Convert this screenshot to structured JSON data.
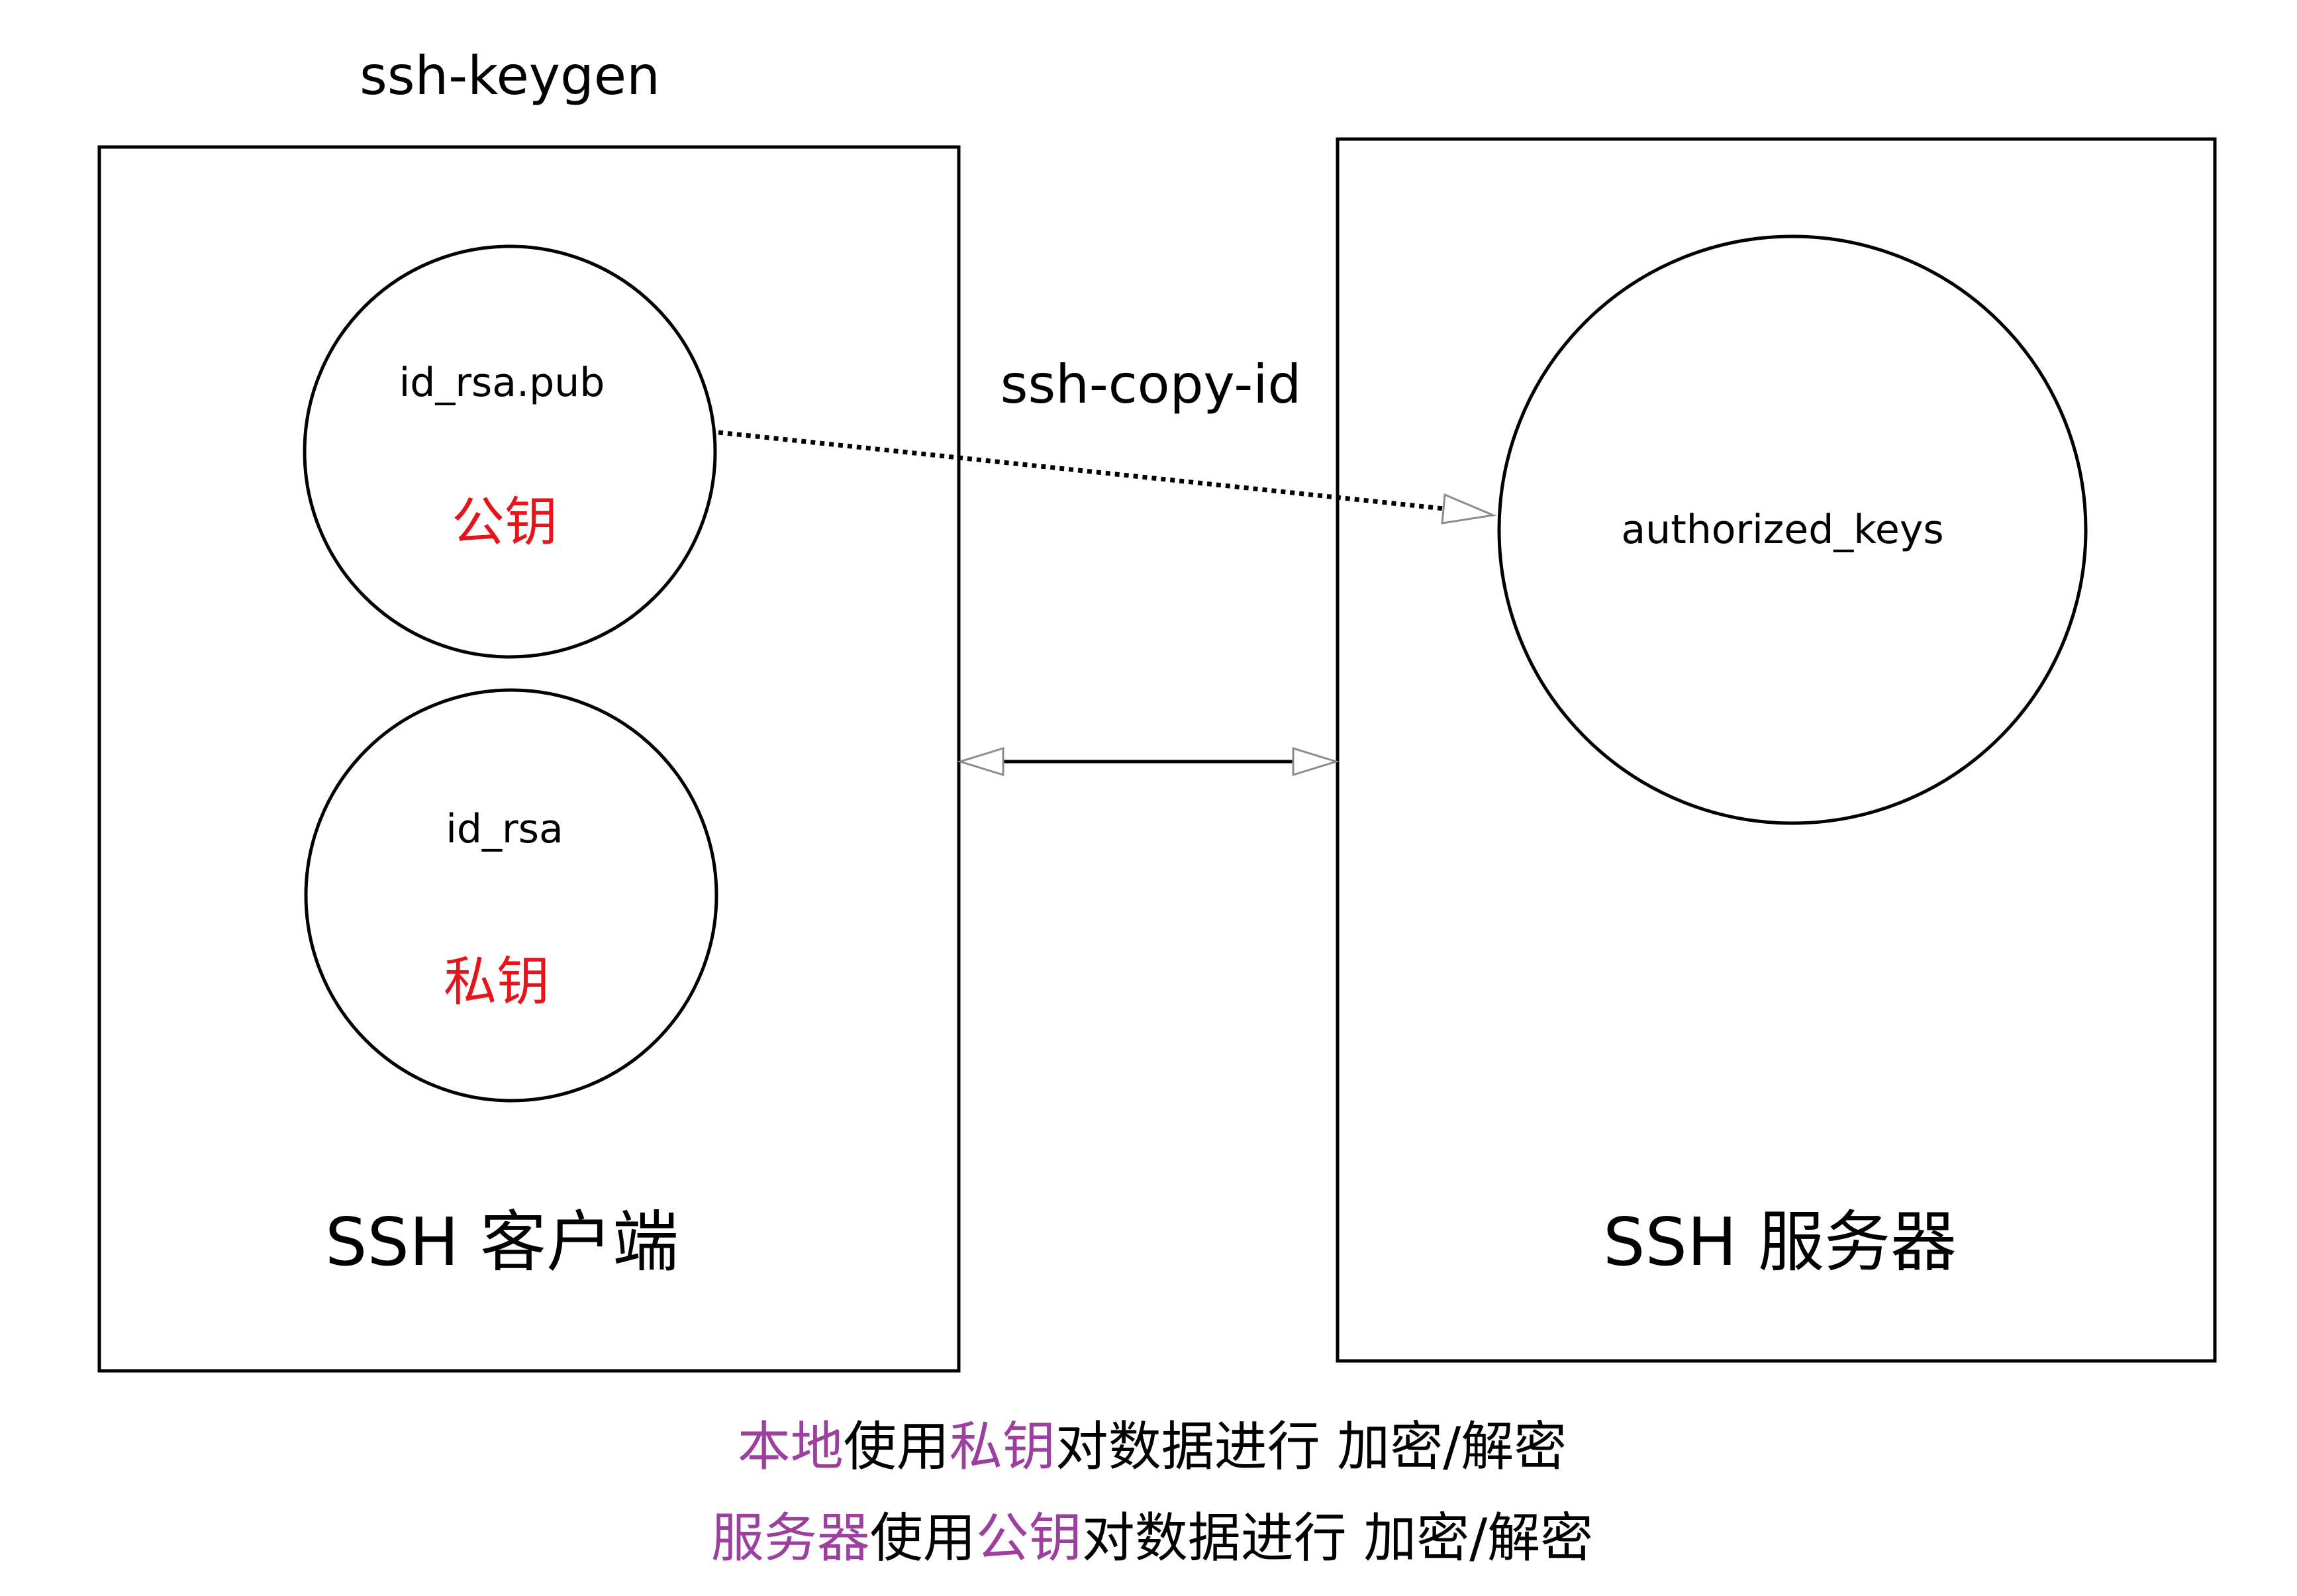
{
  "diagram": {
    "title": "ssh-keygen",
    "client": {
      "label": "SSH 客户端",
      "public_key": {
        "file": "id_rsa.pub",
        "label": "公钥"
      },
      "private_key": {
        "file": "id_rsa",
        "label": "私钥"
      }
    },
    "server": {
      "label": "SSH 服务器",
      "authorized_keys": {
        "file": "authorized_keys"
      }
    },
    "copy_edge": {
      "label": "ssh-copy-id",
      "from": "id_rsa.pub",
      "to": "authorized_keys",
      "style": "dotted"
    },
    "connection_edge": {
      "from": "SSH 客户端",
      "to": "SSH 服务器",
      "style": "bidirectional"
    },
    "notes": [
      {
        "subject": "本地",
        "verb": "使用",
        "key": "私钥",
        "action": "对数据进行 加密/解密"
      },
      {
        "subject": "服务器",
        "verb": "使用",
        "key": "公钥",
        "action": "对数据进行 加密/解密"
      }
    ],
    "colors": {
      "key_label": "#e8141c",
      "note_highlight": "#9c3f9f",
      "text": "#000000",
      "arrowhead_outline": "#8c8c8c"
    }
  }
}
